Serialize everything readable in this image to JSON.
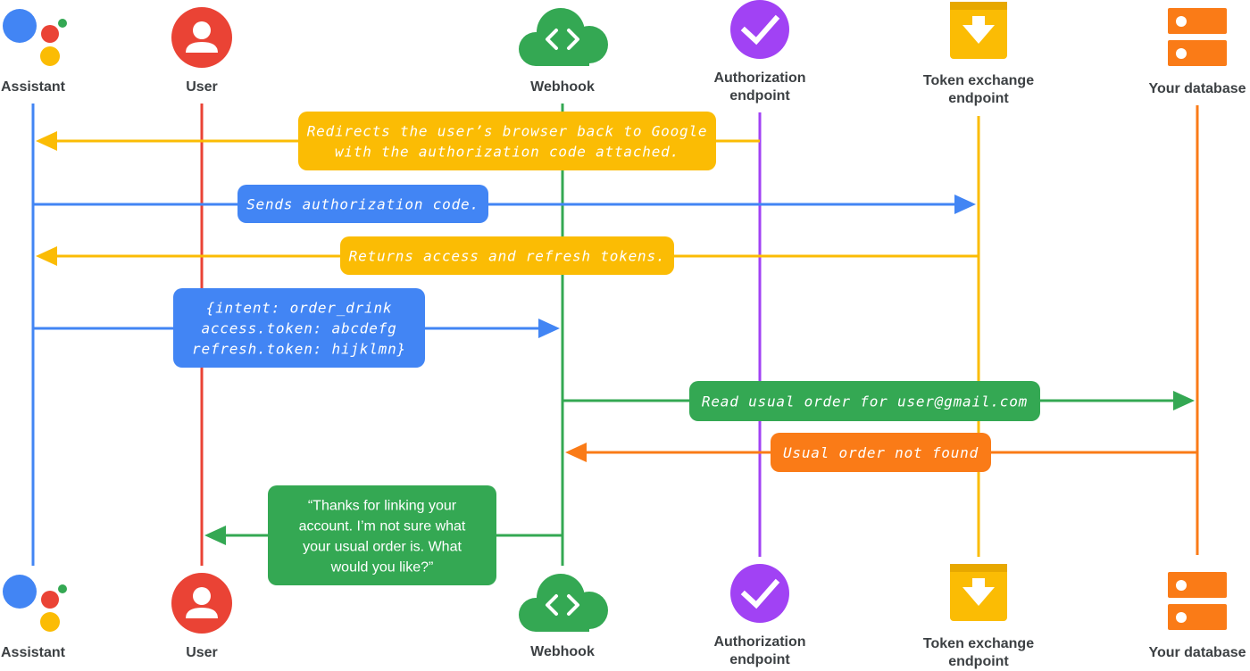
{
  "colors": {
    "blue": "#4285F4",
    "red": "#EA4335",
    "yellow": "#FBBC04",
    "green": "#34A853",
    "purple": "#A142F4",
    "orange": "#FA7B17"
  },
  "actors": [
    {
      "id": "assistant",
      "label": "Assistant",
      "icon": "google-assistant-icon",
      "color": "#4285F4"
    },
    {
      "id": "user",
      "label": "User",
      "icon": "user-avatar-icon",
      "color": "#EA4335"
    },
    {
      "id": "webhook",
      "label": "Webhook",
      "icon": "cloud-code-icon",
      "color": "#34A853"
    },
    {
      "id": "authorization",
      "label": "Authorization endpoint",
      "label_lines": [
        "Authorization",
        "endpoint"
      ],
      "icon": "checkmark-circle-icon",
      "color": "#A142F4"
    },
    {
      "id": "token",
      "label": "Token exchange endpoint",
      "label_lines": [
        "Token exchange",
        "endpoint"
      ],
      "icon": "download-box-icon",
      "color": "#FBBC04"
    },
    {
      "id": "database",
      "label": "Your database",
      "icon": "database-server-icon",
      "color": "#FA7B17"
    }
  ],
  "messages": [
    {
      "from": "authorization",
      "to": "assistant",
      "color": "#FBBC04",
      "style": "mono",
      "lines": [
        "Redirects the user’s browser back to Google",
        "with the authorization code attached."
      ]
    },
    {
      "from": "assistant",
      "to": "token",
      "color": "#4285F4",
      "style": "mono",
      "lines": [
        "Sends authorization code."
      ]
    },
    {
      "from": "token",
      "to": "assistant",
      "color": "#FBBC04",
      "style": "mono",
      "lines": [
        "Returns access and refresh tokens."
      ]
    },
    {
      "from": "assistant",
      "to": "webhook",
      "color": "#4285F4",
      "style": "mono",
      "lines": [
        "{intent: order_drink",
        "access.token: abcdefg",
        "refresh.token: hijklmn}"
      ]
    },
    {
      "from": "webhook",
      "to": "database",
      "color": "#34A853",
      "style": "mono",
      "lines": [
        "Read usual order for user@gmail.com"
      ]
    },
    {
      "from": "database",
      "to": "webhook",
      "color": "#FA7B17",
      "style": "mono",
      "lines": [
        "Usual order not found"
      ]
    },
    {
      "from": "webhook",
      "to": "user",
      "color": "#34A853",
      "style": "plain",
      "lines": [
        "“Thanks for linking your",
        "account. I’m not sure what",
        "your usual order is. What",
        "would you like?”"
      ]
    }
  ]
}
